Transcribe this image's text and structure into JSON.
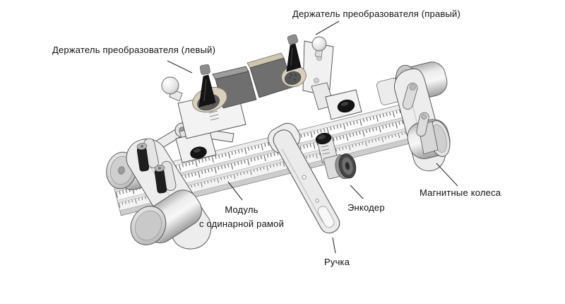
{
  "figure": {
    "type": "labeled-technical-illustration",
    "background": "#ffffff"
  },
  "labels": {
    "holder_right": "Держатель преобразователя (правый)",
    "holder_left": "Держатель преобразователя (левый)",
    "module_line1": "Модуль",
    "module_line2": "с одинарной рамой",
    "encoder": "Энкодер",
    "handle": "Ручка",
    "wheels": "Магнитные колеса"
  },
  "colors": {
    "text": "#111111",
    "leader_line": "#2e2e2e",
    "outline": "#4a4a4a",
    "metal_light": "#ededed",
    "metal_mid": "#c7c7c7",
    "probe_black": "#141414",
    "block_dark": "#6f6f6f",
    "knurl_cream": "#d8cfbc"
  }
}
